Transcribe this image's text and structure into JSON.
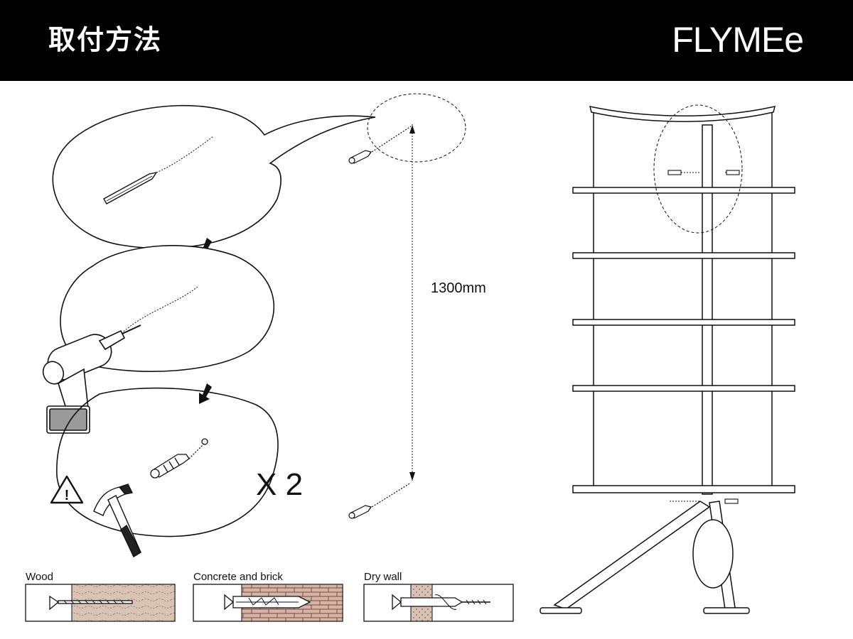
{
  "header": {
    "title": "取付方法",
    "brand": "FLYMEe"
  },
  "steps": {
    "distance_label": "1300mm",
    "repeat_label": "X 2",
    "warning_symbol": "!"
  },
  "wall_types": [
    {
      "label": "Wood"
    },
    {
      "label": "Concrete and brick"
    },
    {
      "label": "Dry wall"
    }
  ],
  "icons": {
    "pencil": "pencil-icon",
    "drill": "drill-icon",
    "hammer": "hammer-icon",
    "warning": "warning-icon",
    "anchor": "wall-anchor-icon",
    "screw": "screw-icon"
  },
  "colors": {
    "header_bg": "#000000",
    "header_text": "#ffffff",
    "line": "#111111",
    "wood": "#d9c3b5",
    "brick": "#d6b3a4",
    "drywall": "#d8c1b4"
  }
}
